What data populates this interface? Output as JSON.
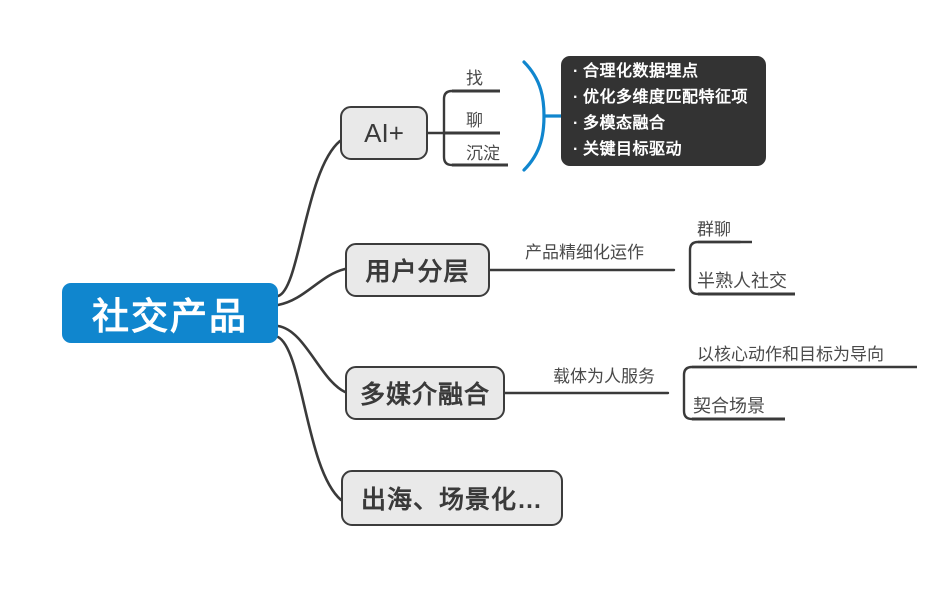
{
  "diagram": {
    "type": "mind-map",
    "title_node": "社交产品",
    "colors": {
      "root_fill": "#1086ce",
      "root_text": "#ffffff",
      "branch_fill": "#e9e9e9",
      "branch_border": "#3c3c3c",
      "branch_text": "#3a3a3a",
      "dark_card_fill": "#333333",
      "dark_card_text": "#ffffff",
      "line": "#3a3a3a",
      "brace": "#1086ce",
      "background": "#ffffff"
    }
  },
  "root": {
    "label": "社交产品"
  },
  "branches": [
    {
      "id": "ai-plus",
      "label": "AI+",
      "children": [
        {
          "label": "找"
        },
        {
          "label": "聊"
        },
        {
          "label": "沉淀"
        }
      ],
      "card": {
        "bullets": [
          "合理化数据埋点",
          "优化多维度匹配特征项",
          "多模态融合",
          "关键目标驱动"
        ],
        "bullet_marker": "·"
      }
    },
    {
      "id": "user-layering",
      "label": "用户分层",
      "edge_label": "产品精细化运作",
      "children": [
        {
          "label": "群聊"
        },
        {
          "label": "半熟人社交"
        }
      ]
    },
    {
      "id": "multimedia-fusion",
      "label": "多媒介融合",
      "edge_label": "载体为人服务",
      "children": [
        {
          "label": "以核心动作和目标为导向"
        },
        {
          "label": "契合场景"
        }
      ]
    },
    {
      "id": "overseas-scenario",
      "label": "出海、场景化…",
      "children": []
    }
  ]
}
